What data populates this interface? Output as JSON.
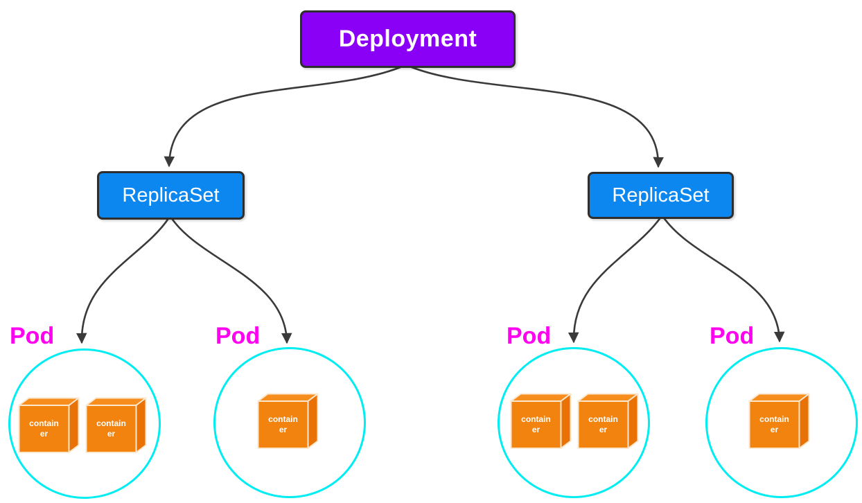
{
  "deployment": {
    "label": "Deployment"
  },
  "replicasets": [
    {
      "label": "ReplicaSet"
    },
    {
      "label": "ReplicaSet"
    }
  ],
  "pods": [
    {
      "label": "Pod",
      "containers": [
        "container",
        "container"
      ]
    },
    {
      "label": "Pod",
      "containers": [
        "container"
      ]
    },
    {
      "label": "Pod",
      "containers": [
        "container",
        "container"
      ]
    },
    {
      "label": "Pod",
      "containers": [
        "container"
      ]
    }
  ],
  "colors": {
    "background": "#ffffff",
    "deployment_fill": "#8a00f7",
    "replicaset_fill": "#0d87f0",
    "node_border": "#2e2e2e",
    "arrow": "#3a3a3a",
    "pod_ring": "#00edf2",
    "pod_label": "#ff00f0",
    "container_fill": "#f2830f",
    "container_edge": "#fae7cd"
  }
}
